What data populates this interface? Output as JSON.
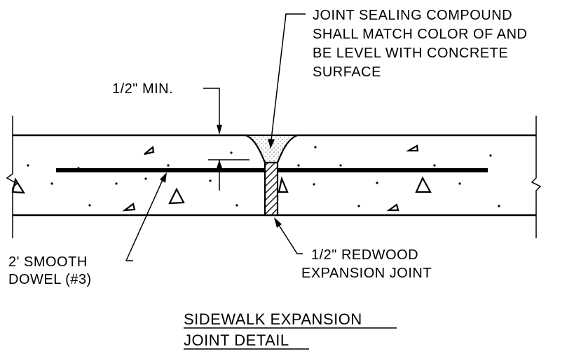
{
  "labels": {
    "sealant": [
      "JOINT SEALING COMPOUND",
      "SHALL MATCH COLOR OF AND",
      "BE LEVEL WITH CONCRETE",
      "SURFACE"
    ],
    "min_depth": "1/2\" MIN.",
    "dowel": [
      "2' SMOOTH",
      "DOWEL (#3)"
    ],
    "redwood": [
      "1/2\" REDWOOD",
      "EXPANSION JOINT"
    ]
  },
  "title": [
    "SIDEWALK EXPANSION",
    "JOINT DETAIL"
  ],
  "colors": {
    "line": "#000000",
    "sealant_fill": "#e2e2e2"
  }
}
